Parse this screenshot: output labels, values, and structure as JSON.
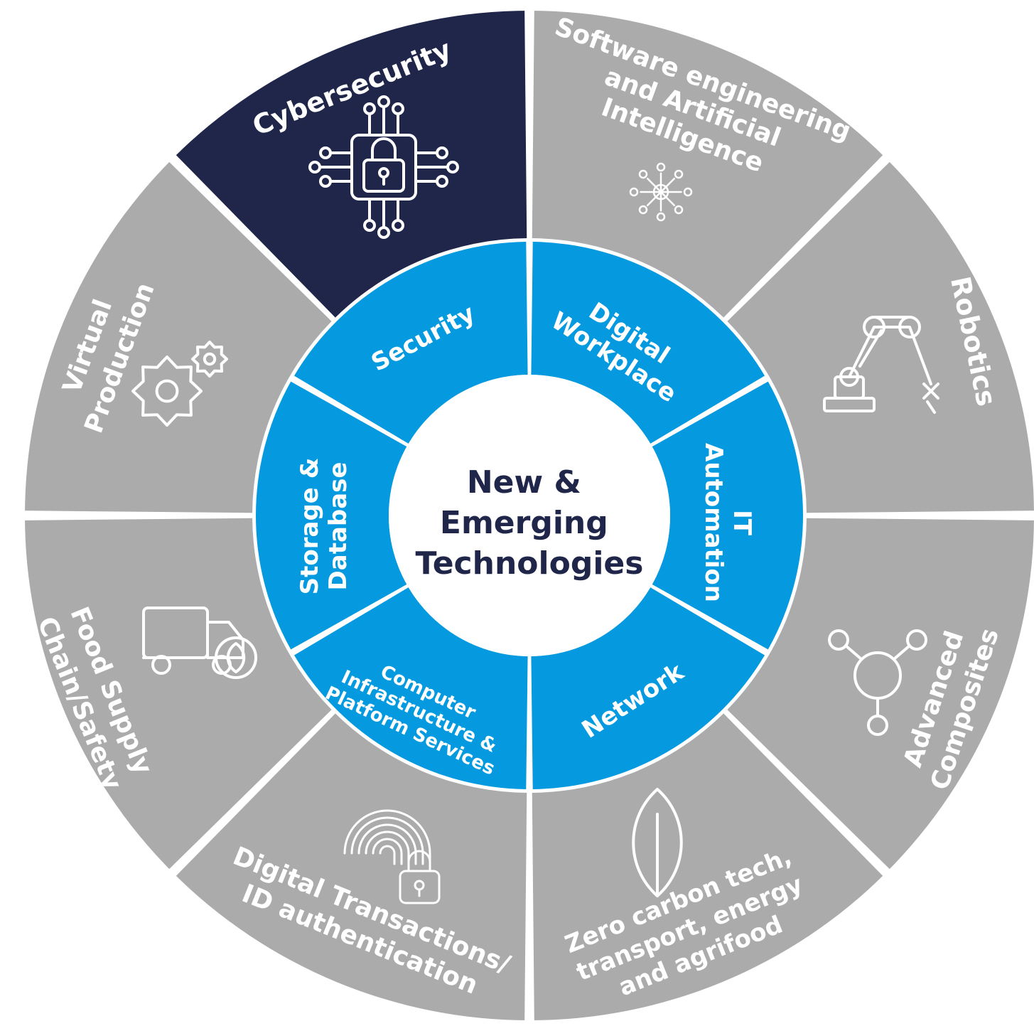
{
  "colors": {
    "outer_default": "#ababab",
    "outer_highlight": "#20264a",
    "inner": "#059ae0",
    "center_bg": "#ffffff",
    "center_text": "#20264a",
    "white": "#ffffff"
  },
  "center": {
    "line1": "New &",
    "line2": "Emerging",
    "line3": "Technologies"
  },
  "outer_segments": [
    {
      "id": "software-ai",
      "lines": [
        "Software engineering",
        "and Artificial",
        "Intelligence"
      ],
      "icon": "neural-network-icon",
      "highlight": false
    },
    {
      "id": "robotics",
      "lines": [
        "Robotics"
      ],
      "icon": "robot-arm-icon",
      "highlight": false
    },
    {
      "id": "advanced-composites",
      "lines": [
        "Advanced",
        "Composites"
      ],
      "icon": "molecule-icon",
      "highlight": false
    },
    {
      "id": "zero-carbon",
      "lines": [
        "Zero carbon tech,",
        "transport, energy",
        "and agrifood"
      ],
      "icon": "leaf-icon",
      "highlight": false
    },
    {
      "id": "digital-transactions",
      "lines": [
        "Digital Transactions/",
        "ID authentication"
      ],
      "icon": "fingerprint-lock-icon",
      "highlight": false
    },
    {
      "id": "food-supply",
      "lines": [
        "Food Supply",
        "Chain/Safety"
      ],
      "icon": "truck-leaf-icon",
      "highlight": false
    },
    {
      "id": "virtual-production",
      "lines": [
        "Virtual",
        "Production"
      ],
      "icon": "gears-icon",
      "highlight": false
    },
    {
      "id": "cybersecurity",
      "lines": [
        "Cybersecurity"
      ],
      "icon": "circuit-lock-icon",
      "highlight": true
    }
  ],
  "inner_segments": [
    {
      "id": "digital-workplace",
      "lines": [
        "Digital",
        "Workplace"
      ]
    },
    {
      "id": "it-automation",
      "lines": [
        "IT",
        "Automation"
      ]
    },
    {
      "id": "network",
      "lines": [
        "Network"
      ]
    },
    {
      "id": "computer-infrastructure",
      "lines": [
        "Computer",
        "Infrastructure &",
        "Platform Services"
      ]
    },
    {
      "id": "storage-database",
      "lines": [
        "Storage &",
        "Database"
      ]
    },
    {
      "id": "security",
      "lines": [
        "Security"
      ]
    }
  ]
}
